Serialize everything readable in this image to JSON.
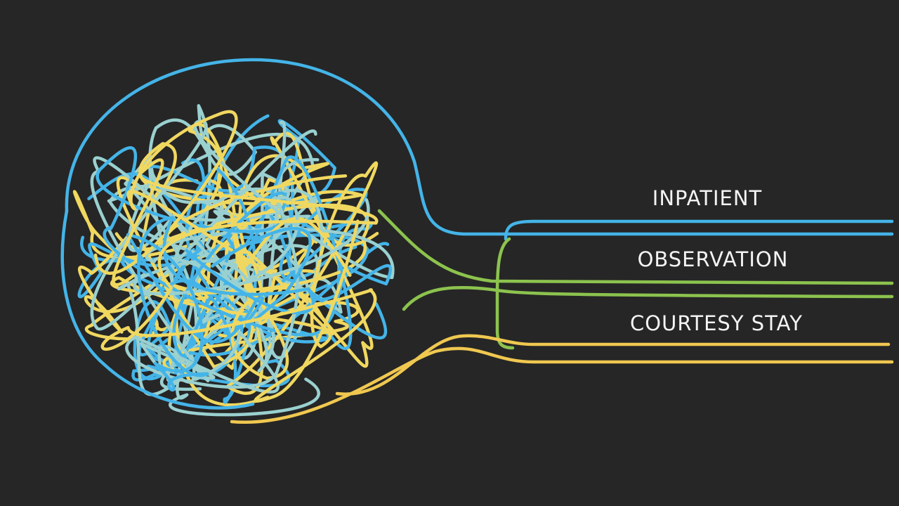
{
  "lanes": [
    {
      "key": "inpatient",
      "label": "INPATIENT",
      "color": "#44b4e8"
    },
    {
      "key": "observation",
      "label": "OBSERVATION",
      "color": "#8cc34e"
    },
    {
      "key": "courtesy",
      "label": "COURTESY STAY",
      "color": "#f0c850"
    }
  ],
  "tangle_colors": [
    "#44b4e8",
    "#f0d860",
    "#9ad0d0"
  ]
}
